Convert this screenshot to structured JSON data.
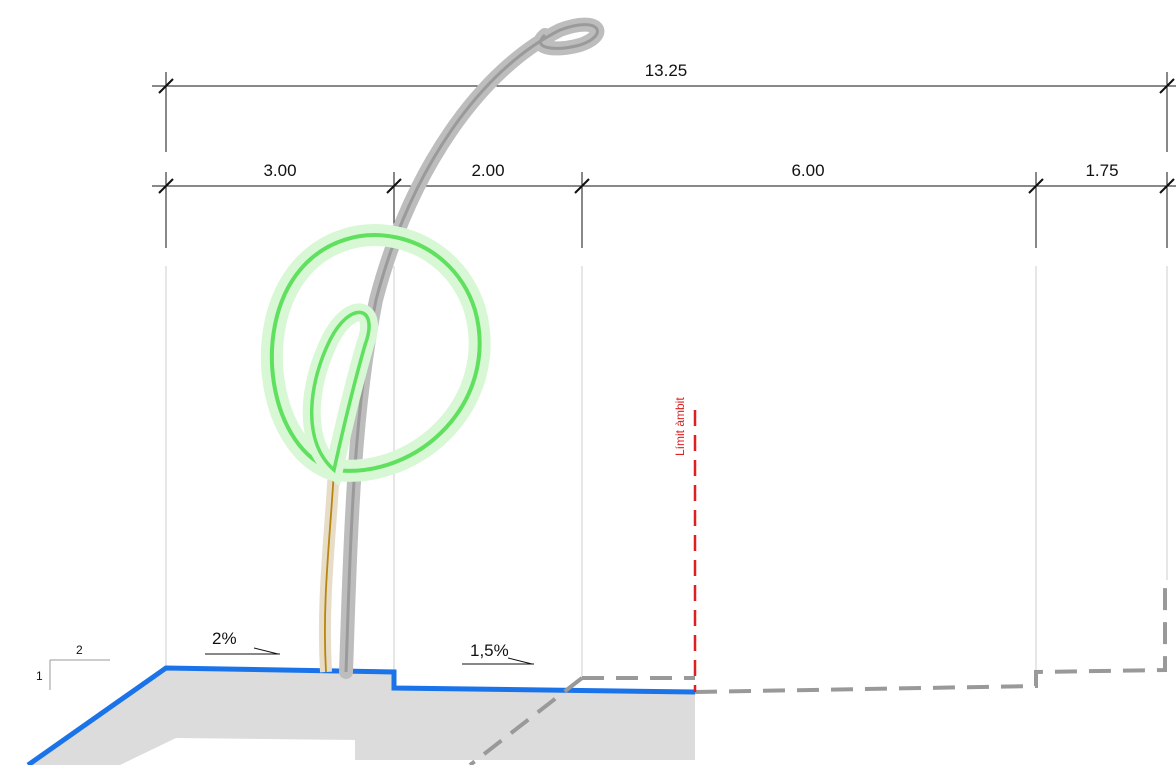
{
  "dimensions": {
    "overall": "13.25",
    "segments": [
      "3.00",
      "2.00",
      "6.00",
      "1.75"
    ]
  },
  "slopes": {
    "left": "2%",
    "right": "1,5%"
  },
  "scale_indicator": {
    "horizontal": "2",
    "vertical": "1"
  },
  "limit_label": "Límit àmbit",
  "colors": {
    "pavement_line": "#1a73e8",
    "section_fill": "#dcdcdc",
    "limit_line": "#e02020",
    "tree_canopy": "#5fe05f",
    "tree_halo": "#d8f7d4",
    "lamp_post": "#b3b3b3",
    "existing_terrain": "#999999",
    "trunk": "#b8860b"
  }
}
